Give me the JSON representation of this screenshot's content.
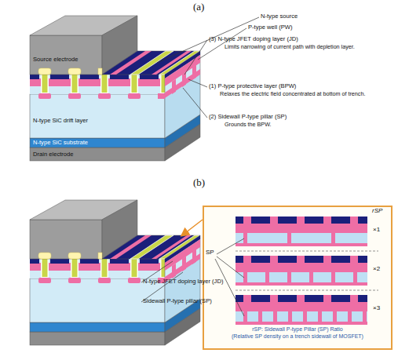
{
  "diagram": {
    "nodes": [
      {
        "text": [
          "rSP: Sidewall P-type Pillar (SP) Ratio",
          "(Relative SP density on a trench sidewall of MOSFET)"
        ]
      }
    ],
    "labels": [
      "(a)",
      "N-type source",
      "P-type well (PW)",
      "(3) N-type JFET doping layer (JD)",
      "Limits narrowing of current path with depletion layer.",
      "Source electrode",
      "(1) P-type protective layer (BPW)",
      "Relaxes the electric field concentrated at bottom of trench.",
      "(2) Sidewall P-type pillar (SP)",
      "Grounds the BPW.",
      "N-type SiC drift layer",
      "N-type SiC substrate",
      "Drain electrode",
      "(b)",
      "N-type JFET doping layer (JD)",
      "Sidewall P-type pillar (SP)",
      "SP",
      "rSP",
      "×1",
      "×2",
      "×3"
    ]
  }
}
